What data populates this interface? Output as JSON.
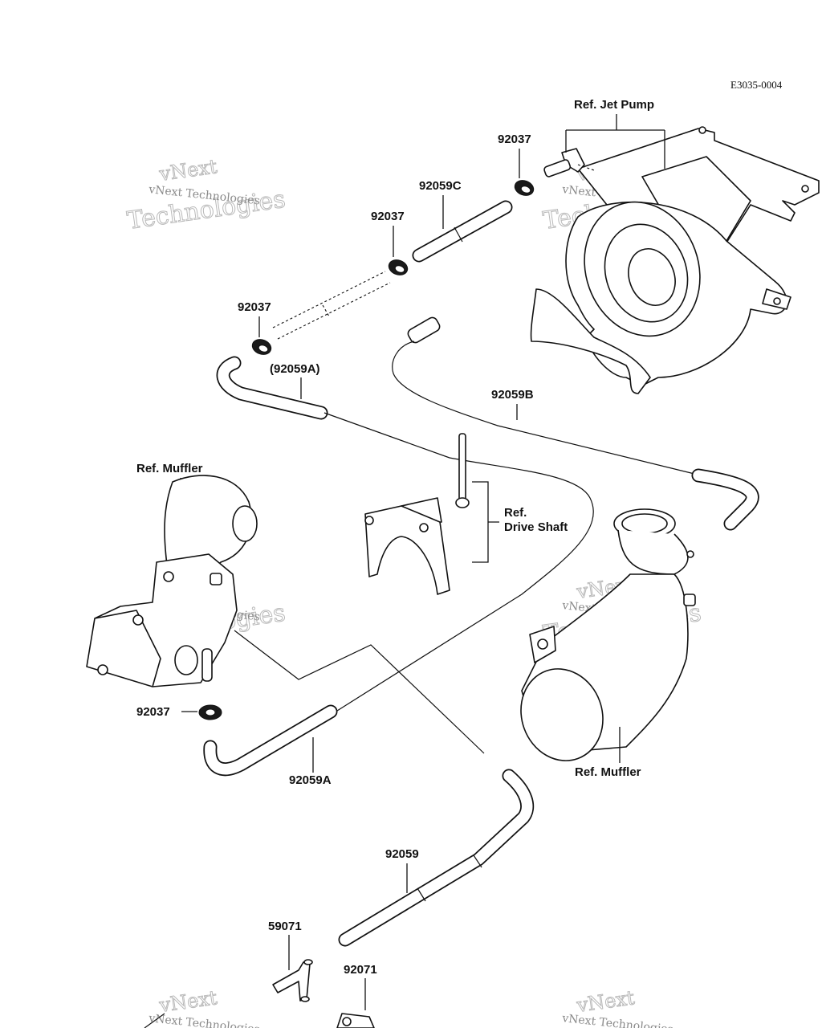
{
  "diagram_code": "E3035-0004",
  "watermark": {
    "line1": "vNext",
    "line2": "Technologies",
    "full": "vNext Technologies"
  },
  "labels": {
    "ref_jet_pump": "Ref. Jet Pump",
    "ref_muffler_left": "Ref. Muffler",
    "ref_muffler_right": "Ref. Muffler",
    "ref_drive_shaft_line1": "Ref.",
    "ref_drive_shaft_line2": "Drive Shaft"
  },
  "part_numbers": {
    "clamp_top": "92037",
    "hose_c": "92059C",
    "clamp_mid": "92037",
    "clamp_upper_left": "92037",
    "hose_a_paren": "(92059A)",
    "hose_b": "92059B",
    "clamp_lower": "92037",
    "hose_a": "92059A",
    "hose": "92059",
    "fitting": "59071",
    "valve": "92071"
  }
}
